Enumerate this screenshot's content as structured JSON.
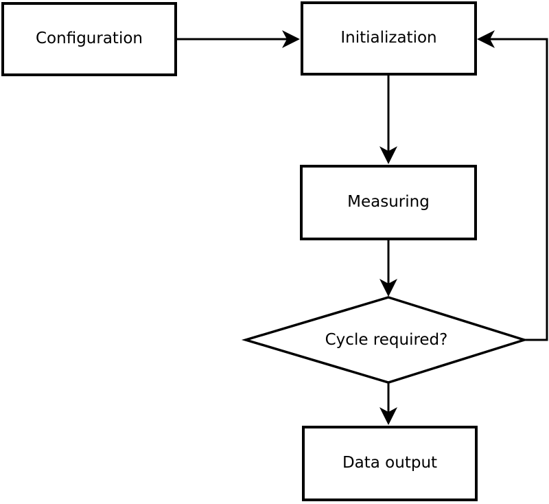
{
  "diagram": {
    "type": "flowchart",
    "colors": {
      "background": "#ffffff",
      "stroke": "#000000",
      "node_fill": "#ffffff",
      "text": "#000000"
    },
    "nodes": {
      "configuration": {
        "label": "Configuration",
        "shape": "rectangle"
      },
      "initialization": {
        "label": "Initialization",
        "shape": "rectangle"
      },
      "measuring": {
        "label": "Measuring",
        "shape": "rectangle"
      },
      "cycle_required": {
        "label": "Cycle required?",
        "shape": "diamond"
      },
      "data_output": {
        "label": "Data output",
        "shape": "rectangle"
      }
    },
    "edges": [
      {
        "from": "configuration",
        "to": "initialization",
        "style": "arrow"
      },
      {
        "from": "initialization",
        "to": "measuring",
        "style": "arrow"
      },
      {
        "from": "measuring",
        "to": "cycle_required",
        "style": "arrow"
      },
      {
        "from": "cycle_required",
        "to": "data_output",
        "style": "arrow"
      },
      {
        "from": "cycle_required",
        "to": "initialization",
        "style": "arrow-feedback-loop"
      }
    ]
  }
}
